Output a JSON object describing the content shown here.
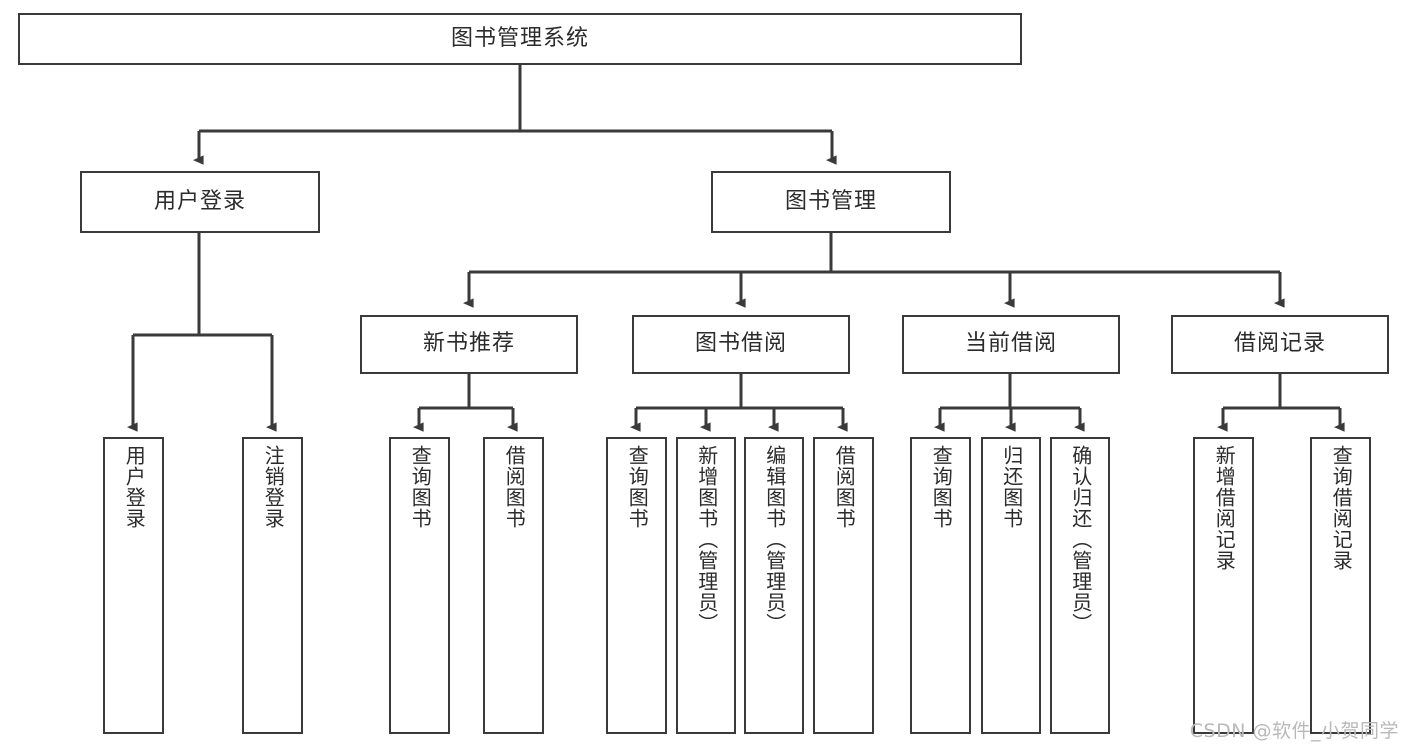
{
  "diagram": {
    "type": "tree-hierarchy",
    "title": "图书管理系统",
    "root": {
      "id": "root",
      "label": "图书管理系统"
    },
    "level2": [
      {
        "id": "user-login",
        "label": "用户登录"
      },
      {
        "id": "book-management",
        "label": "图书管理"
      }
    ],
    "level3": [
      {
        "id": "new-book-recommend",
        "label": "新书推荐",
        "parent": "book-management"
      },
      {
        "id": "book-borrow",
        "label": "图书借阅",
        "parent": "book-management"
      },
      {
        "id": "current-borrow",
        "label": "当前借阅",
        "parent": "book-management"
      },
      {
        "id": "borrow-record",
        "label": "借阅记录",
        "parent": "book-management"
      }
    ],
    "leaves": [
      {
        "id": "leaf-user-login",
        "label": "用户登录",
        "parent": "user-login"
      },
      {
        "id": "leaf-logout-login",
        "label": "注销登录",
        "parent": "user-login"
      },
      {
        "id": "leaf-query-book-1",
        "label": "查询图书",
        "parent": "new-book-recommend"
      },
      {
        "id": "leaf-borrow-book-1",
        "label": "借阅图书",
        "parent": "new-book-recommend"
      },
      {
        "id": "leaf-query-book-2",
        "label": "查询图书",
        "parent": "book-borrow"
      },
      {
        "id": "leaf-add-book",
        "label": "新增图书（管理员）",
        "parent": "book-borrow"
      },
      {
        "id": "leaf-edit-book",
        "label": "编辑图书（管理员）",
        "parent": "book-borrow"
      },
      {
        "id": "leaf-borrow-book-2",
        "label": "借阅图书",
        "parent": "book-borrow"
      },
      {
        "id": "leaf-query-book-3",
        "label": "查询图书",
        "parent": "current-borrow"
      },
      {
        "id": "leaf-return-book",
        "label": "归还图书",
        "parent": "current-borrow"
      },
      {
        "id": "leaf-confirm-return",
        "label": "确认归还（管理员）",
        "parent": "current-borrow"
      },
      {
        "id": "leaf-add-borrow-record",
        "label": "新增借阅记录",
        "parent": "borrow-record"
      },
      {
        "id": "leaf-query-borrow-record",
        "label": "查询借阅记录",
        "parent": "borrow-record"
      }
    ],
    "colors": {
      "box_border": "#3a3a3a",
      "box_fill": "#ffffff",
      "connector": "#3a3a3a",
      "text": "#2b2b2b",
      "watermark": "#b9b9b9",
      "background": "#ffffff"
    }
  },
  "watermark": {
    "text": "CSDN @软件_小贺同学"
  }
}
